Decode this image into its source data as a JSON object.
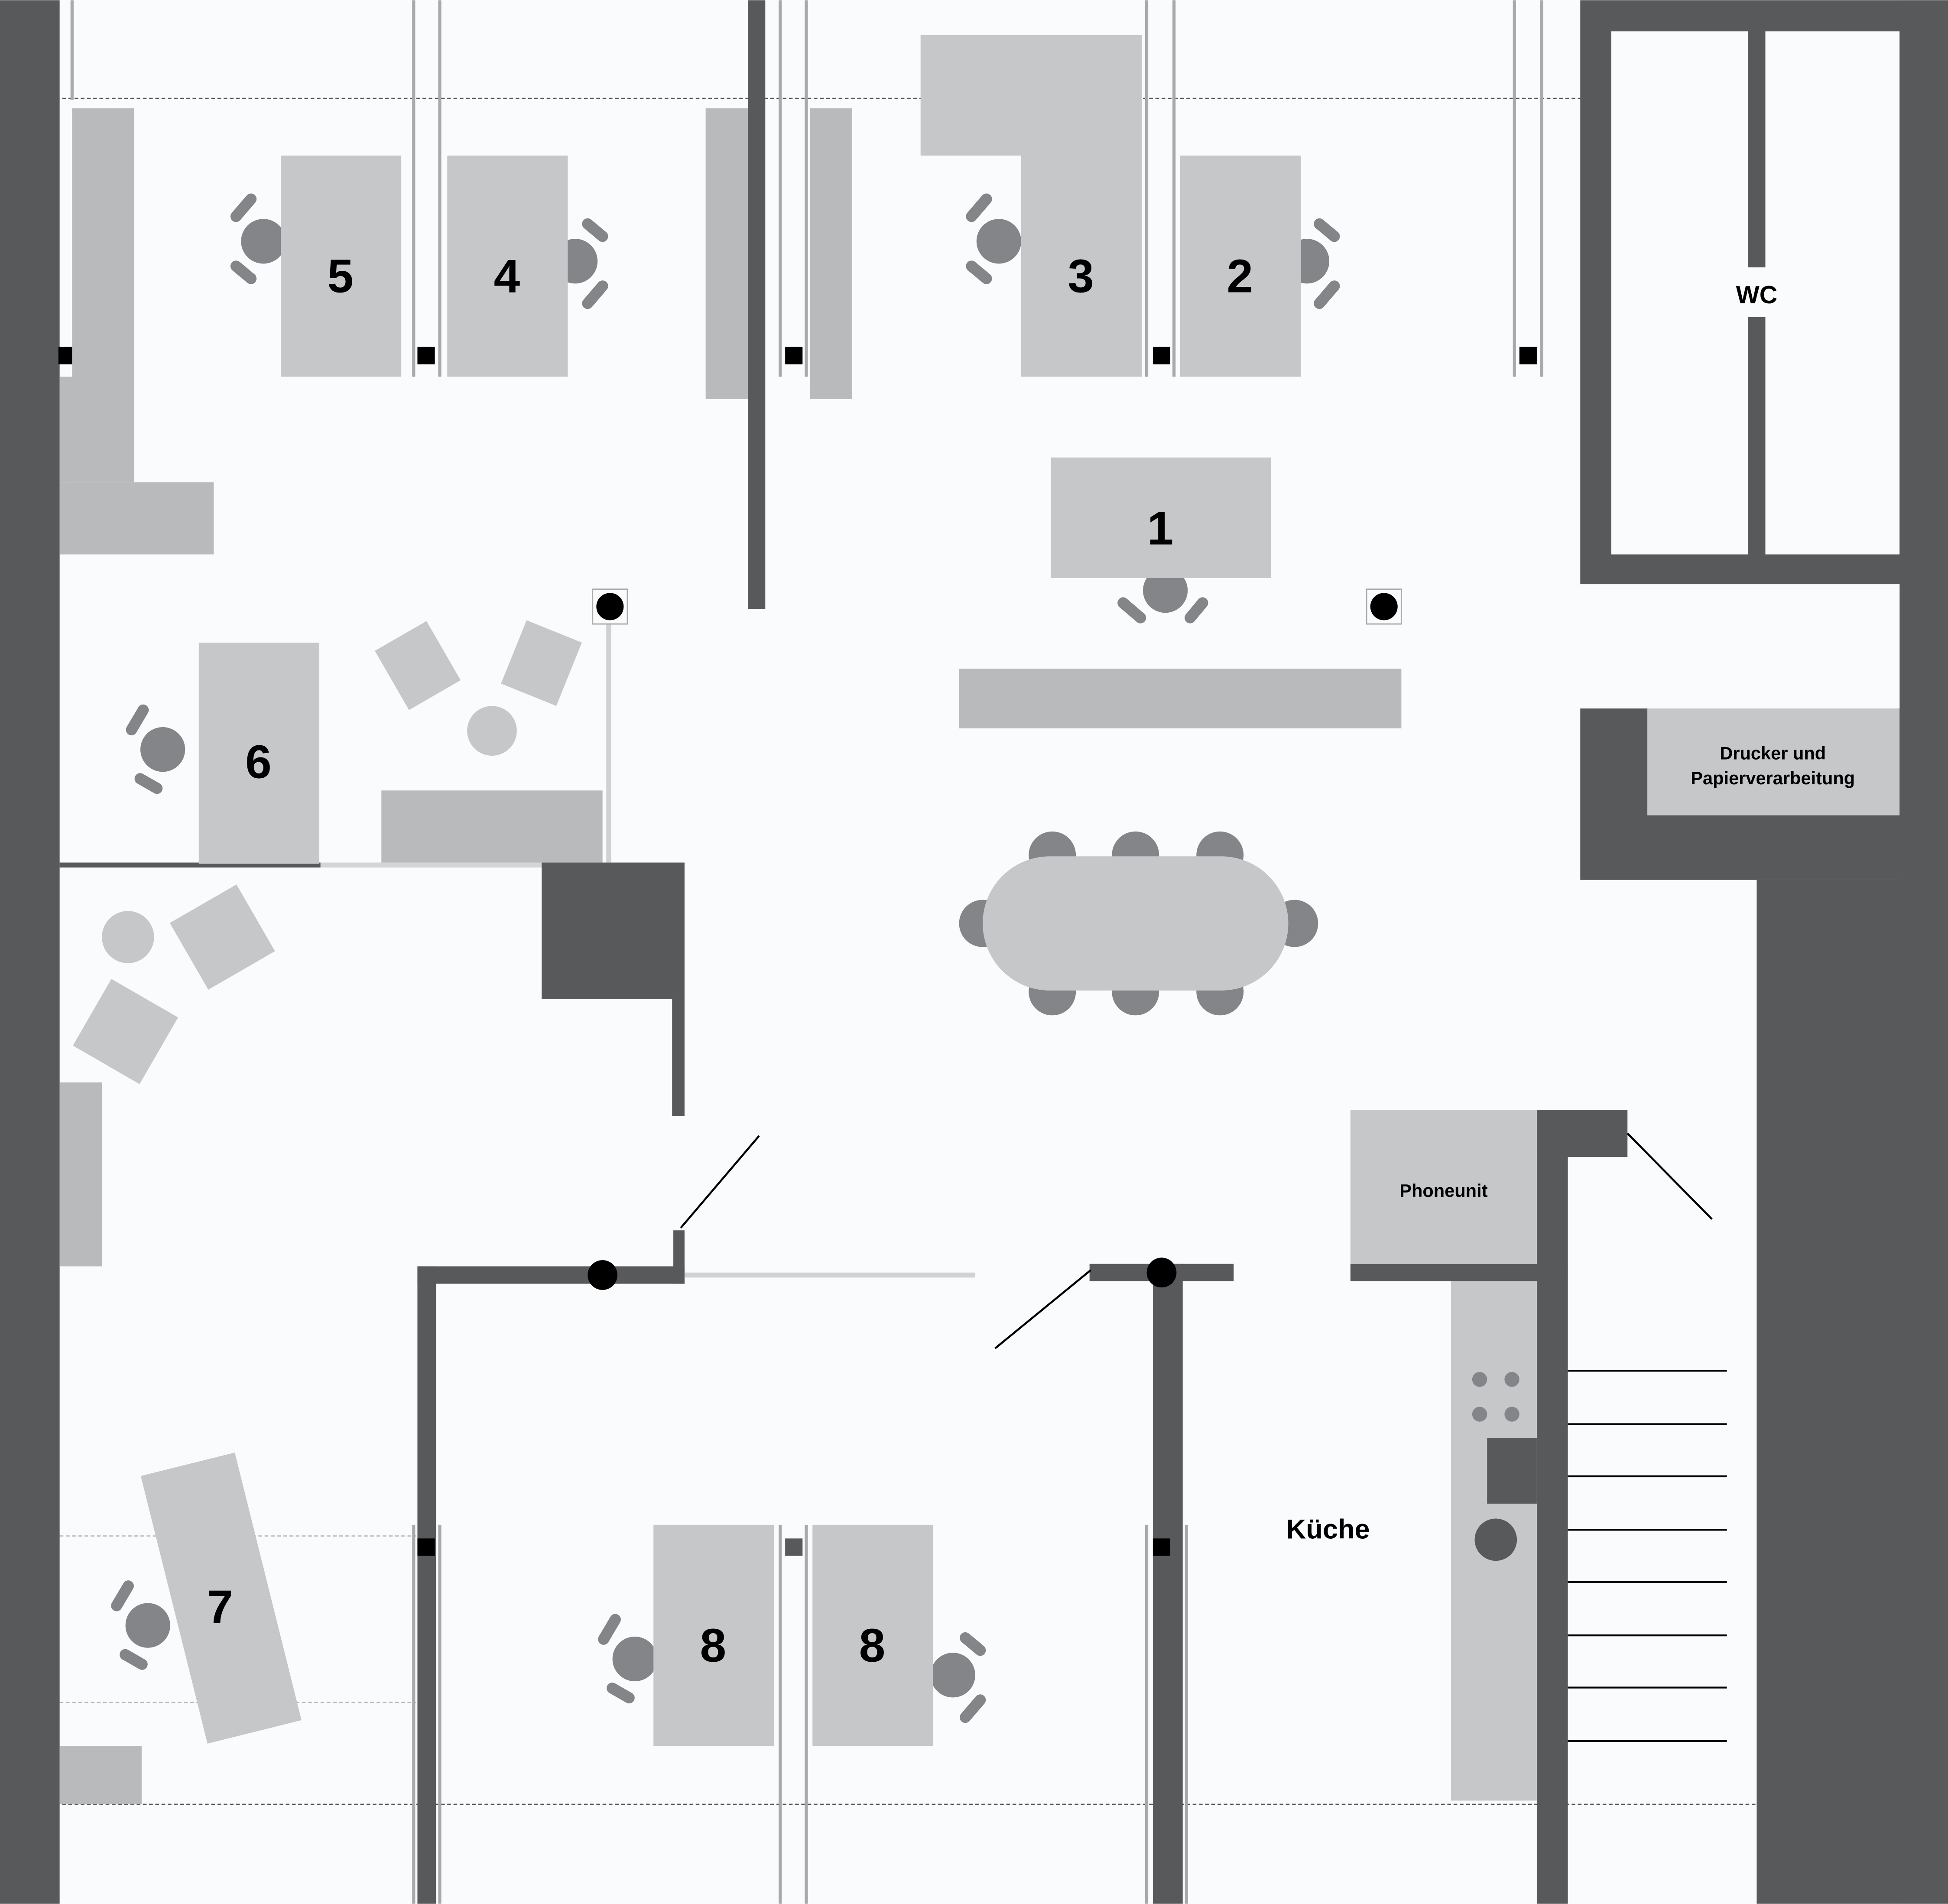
{
  "desks": {
    "d1": "1",
    "d2": "2",
    "d3": "3",
    "d4": "4",
    "d5": "5",
    "d6": "6",
    "d7": "7",
    "d8a": "8",
    "d8b": "8"
  },
  "rooms": {
    "wc": "WC",
    "printer_line1": "Drucker und",
    "printer_line2": "Papierverarbeitung",
    "phone": "Phoneunit",
    "kitchen": "Küche"
  },
  "colors": {
    "wall": "#58595b",
    "furniture": "#c6c7c9",
    "chair": "#848589",
    "background": "#fafbfc"
  }
}
